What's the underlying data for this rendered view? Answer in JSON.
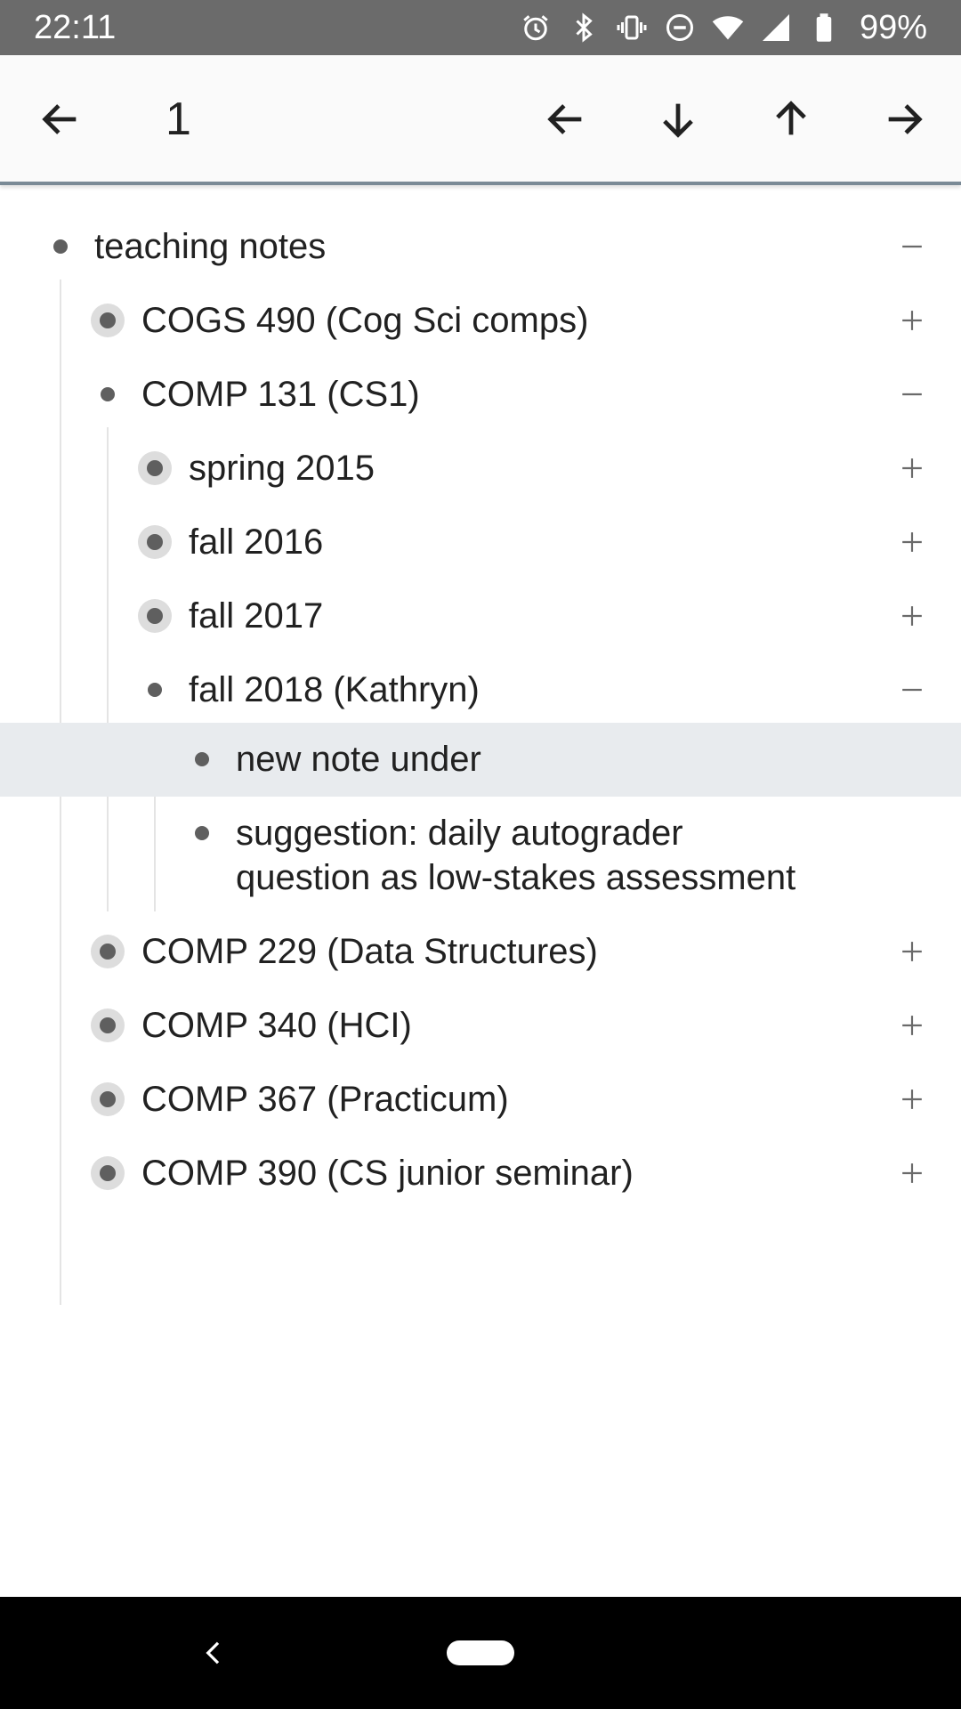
{
  "status_bar": {
    "time": "22:11",
    "battery": "99%",
    "icons": [
      "alarm-icon",
      "bluetooth-icon",
      "vibrate-icon",
      "do-not-disturb-icon",
      "wifi-icon",
      "cell-signal-icon",
      "battery-icon"
    ]
  },
  "toolbar": {
    "title": "1",
    "icons": [
      "arrow-left-icon",
      "arrow-left-icon",
      "arrow-down-icon",
      "arrow-up-icon",
      "arrow-right-icon"
    ]
  },
  "outline": {
    "items": [
      {
        "label": "teaching notes",
        "state": "expanded"
      },
      {
        "label": "COGS 490 (Cog Sci comps)",
        "state": "collapsed"
      },
      {
        "label": "COMP 131 (CS1)",
        "state": "expanded"
      },
      {
        "label": "spring 2015",
        "state": "collapsed"
      },
      {
        "label": "fall 2016",
        "state": "collapsed"
      },
      {
        "label": "fall 2017",
        "state": "collapsed"
      },
      {
        "label": "fall 2018 (Kathryn)",
        "state": "expanded"
      },
      {
        "label": "new note under",
        "state": "leaf",
        "selected": true
      },
      {
        "label_line1": "suggestion: daily autograder",
        "label_line2": "question as low-stakes assessment",
        "state": "leaf"
      },
      {
        "label": "COMP 229 (Data Structures)",
        "state": "collapsed"
      },
      {
        "label": "COMP 340 (HCI)",
        "state": "collapsed"
      },
      {
        "label": "COMP 367 (Practicum)",
        "state": "collapsed"
      },
      {
        "label": "COMP 390 (CS junior seminar)",
        "state": "collapsed"
      }
    ]
  },
  "colors": {
    "status_bar_bg": "#6b6b6b",
    "toolbar_bg": "#fafafa",
    "selected_row_bg": "#e8ebee",
    "bullet": "#5f5f5f",
    "nav_bar_bg": "#000000"
  }
}
